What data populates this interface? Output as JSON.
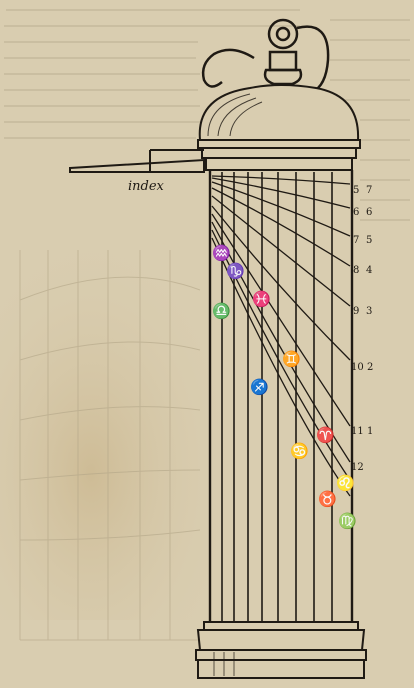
{
  "diagram": {
    "index_label": "index",
    "hour_pairs_right": [
      {
        "a": "5",
        "b": "7"
      },
      {
        "a": "6",
        "b": "6"
      },
      {
        "a": "7",
        "b": "5"
      },
      {
        "a": "8",
        "b": "4"
      },
      {
        "a": "9",
        "b": "3"
      },
      {
        "a": "10",
        "b": "2"
      },
      {
        "a": "11",
        "b": "1"
      },
      {
        "a": "12",
        "b": ""
      }
    ],
    "zodiac_signs": [
      "♒",
      "♓",
      "♈",
      "♉",
      "♊",
      "♋",
      "♌",
      "♍",
      "♎",
      "♐",
      "♑"
    ]
  },
  "colors": {
    "paper": "#d9cdb0",
    "ink": "#1f1a14",
    "bleed_ink": "#8a7d63"
  }
}
